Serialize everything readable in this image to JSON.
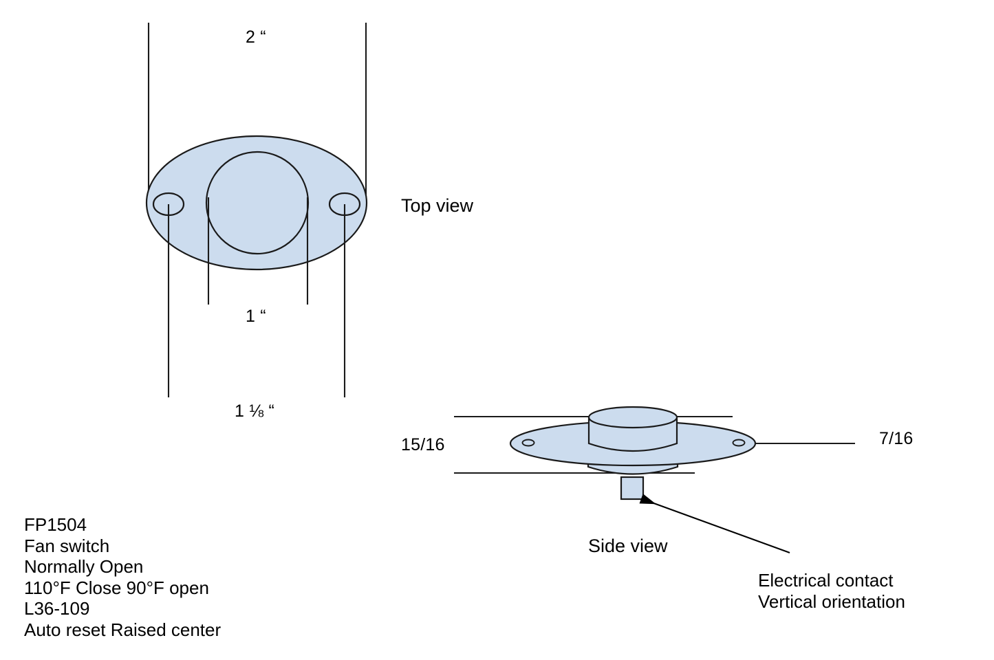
{
  "drawing": {
    "title_implied": "FP1504 Fan switch dimensional drawing",
    "fill_color": "#ccdcee",
    "stroke_color": "#1a1a1a",
    "background": "#ffffff"
  },
  "top_view": {
    "label": "Top view",
    "dimensions": {
      "overall_width": "2 “",
      "center_diameter": "1 “",
      "hole_spacing": "1 ⅛ “"
    }
  },
  "side_view": {
    "label": "Side view",
    "dimensions": {
      "overall_height": "15/16",
      "flange_thickness": "7/16"
    }
  },
  "callout": {
    "line1": "Electrical contact",
    "line2": "Vertical orientation"
  },
  "specs": {
    "part_number": "FP1504",
    "product": "Fan switch",
    "contact_type": "Normally Open",
    "temperature": "110°F Close 90°F open",
    "model": "L36-109",
    "features": "Auto reset Raised center"
  }
}
